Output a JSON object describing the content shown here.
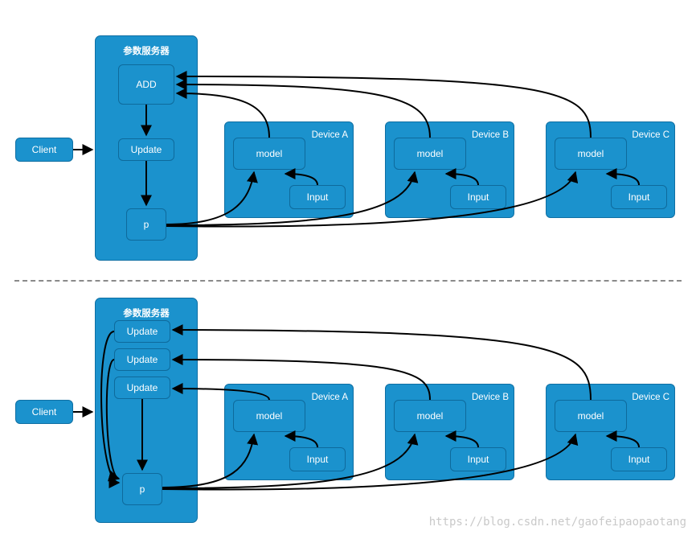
{
  "top": {
    "server_title": "参数服务器",
    "add_label": "ADD",
    "update_label": "Update",
    "p_label": "p",
    "client_label": "Client",
    "devices": [
      {
        "title": "Device A",
        "model": "model",
        "input": "Input"
      },
      {
        "title": "Device B",
        "model": "model",
        "input": "Input"
      },
      {
        "title": "Device C",
        "model": "model",
        "input": "Input"
      }
    ]
  },
  "bottom": {
    "server_title": "参数服务器",
    "update_labels": [
      "Update",
      "Update",
      "Update"
    ],
    "p_label": "p",
    "client_label": "Client",
    "devices": [
      {
        "title": "Device A",
        "model": "model",
        "input": "Input"
      },
      {
        "title": "Device B",
        "model": "model",
        "input": "Input"
      },
      {
        "title": "Device C",
        "model": "model",
        "input": "Input"
      }
    ]
  },
  "watermark": "https://blog.csdn.net/gaofeipaopaotang",
  "colors": {
    "box_fill": "#1b92cd",
    "box_border": "#0f6fa3",
    "arrow": "#000000",
    "divider": "#8a8a8a"
  }
}
